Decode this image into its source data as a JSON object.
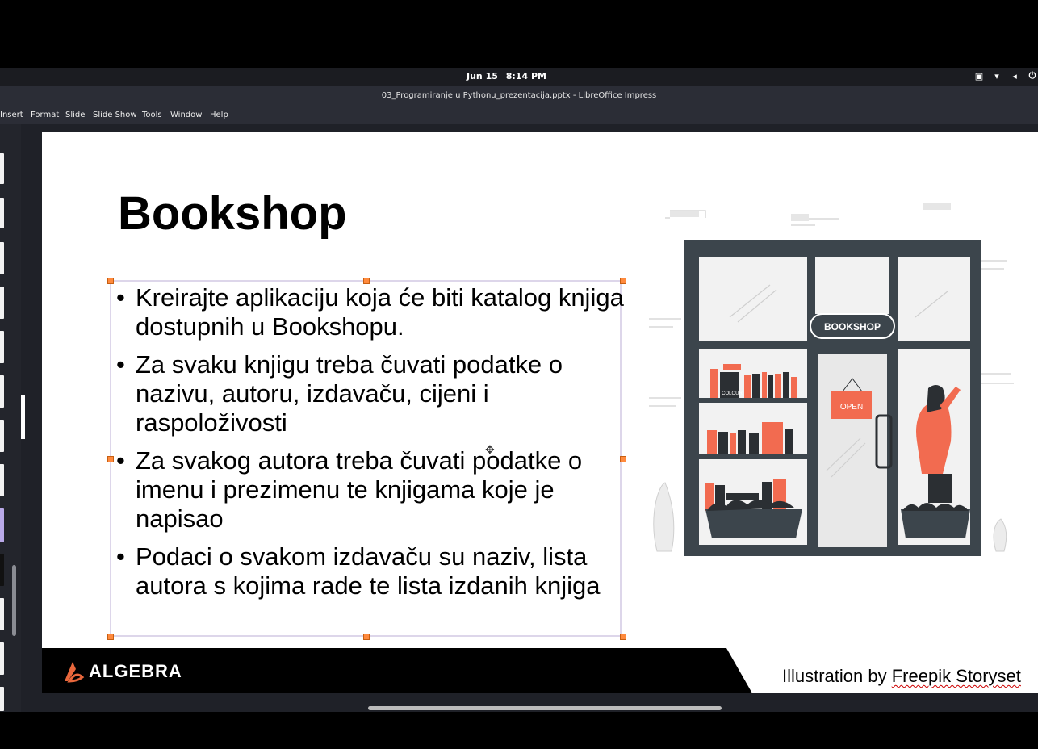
{
  "topbar": {
    "date": "Jun 15",
    "time": "8:14 PM",
    "tray_icons": [
      "network-icon",
      "wifi-icon",
      "volume-icon",
      "power-icon"
    ]
  },
  "window": {
    "title": "03_Programiranje u Pythonu_prezentacija.pptx - LibreOffice Impress"
  },
  "menu": {
    "items": [
      "Insert",
      "Format",
      "Slide",
      "Slide Show",
      "Tools",
      "Window",
      "Help"
    ]
  },
  "slide": {
    "title": "Bookshop",
    "bullets": [
      "Kreirajte aplikaciju koja će biti katalog knjiga dostupnih u Bookshopu.",
      "Za svaku knjigu treba čuvati podatke o nazivu, autoru, izdavaču, cijeni i raspoloživosti",
      "Za svakog autora treba čuvati podatke o imenu i prezimenu te knjigama koje je napisao",
      "Podaci o svakom izdavaču su naziv, lista autora s kojima rade te lista izdanih knjiga"
    ],
    "logo_text": "ALGEBRA",
    "credit_prefix": "Illustration by ",
    "credit_name": "Freepik Storyset",
    "illustration": {
      "sign_text": "BOOKSHOP",
      "open_sign": "OPEN",
      "book_label": "COLOUR"
    }
  },
  "colors": {
    "accent": "#f26b50",
    "storefront": "#3c454c",
    "logo_accent": "#e8673c"
  }
}
